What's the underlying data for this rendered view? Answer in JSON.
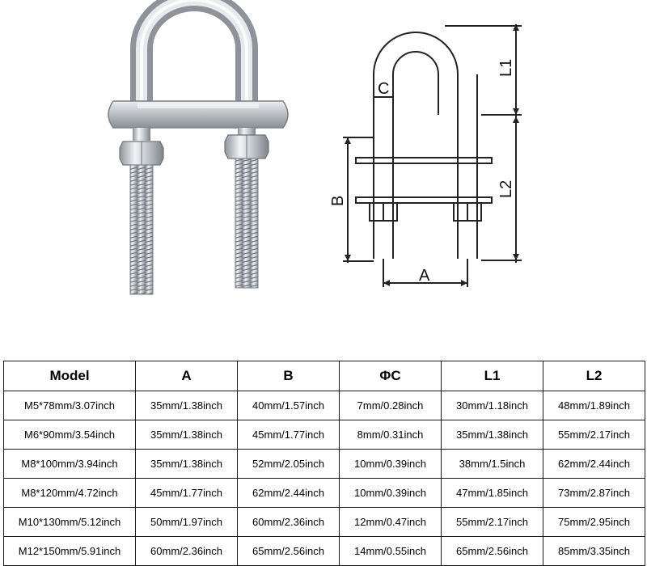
{
  "diagram": {
    "labels": {
      "a": "A",
      "b": "B",
      "c": "C",
      "l1": "L1",
      "l2": "L2"
    }
  },
  "table": {
    "headers": [
      "Model",
      "A",
      "B",
      "ΦC",
      "L1",
      "L2"
    ],
    "rows": [
      [
        "M5*78mm/3.07inch",
        "35mm/1.38inch",
        "40mm/1.57inch",
        "7mm/0.28inch",
        "30mm/1.18inch",
        "48mm/1.89inch"
      ],
      [
        "M6*90mm/3.54inch",
        "35mm/1.38inch",
        "45mm/1.77inch",
        "8mm/0.31inch",
        "35mm/1.38inch",
        "55mm/2.17inch"
      ],
      [
        "M8*100mm/3.94inch",
        "35mm/1.38inch",
        "52mm/2.05inch",
        "10mm/0.39inch",
        "38mm/1.5inch",
        "62mm/2.44inch"
      ],
      [
        "M8*120mm/4.72inch",
        "45mm/1.77inch",
        "62mm/2.44inch",
        "10mm/0.39inch",
        "47mm/1.85inch",
        "73mm/2.87inch"
      ],
      [
        "M10*130mm/5.12inch",
        "50mm/1.97inch",
        "60mm/2.36inch",
        "12mm/0.47inch",
        "55mm/2.17inch",
        "75mm/2.95inch"
      ],
      [
        "M12*150mm/5.91inch",
        "60mm/2.36inch",
        "65mm/2.56inch",
        "14mm/0.55inch",
        "65mm/2.56inch",
        "85mm/3.35inch"
      ]
    ]
  }
}
